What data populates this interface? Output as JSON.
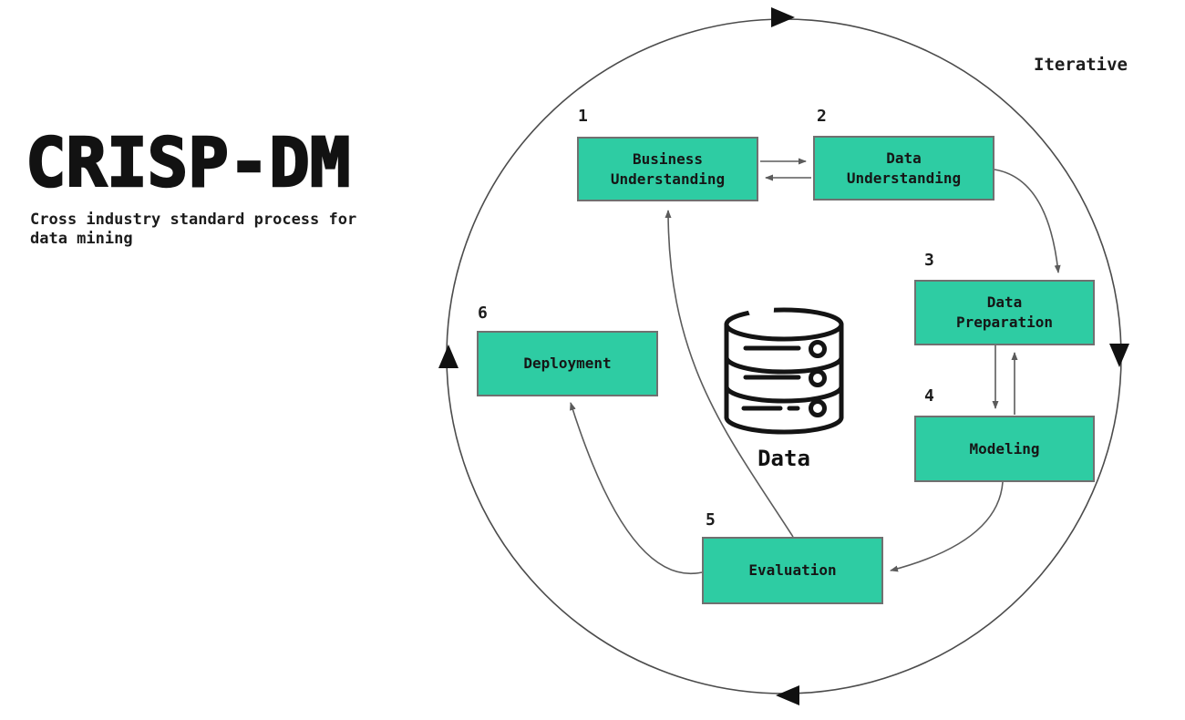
{
  "title": "CRISP-DM",
  "subtitle_line1": "Cross industry standard process for",
  "subtitle_line2": "data mining",
  "iterative_label": "Iterative",
  "data_label": "Data",
  "colors": {
    "box_fill": "#2ECCA3",
    "box_border": "#707070",
    "line": "#5b5b5b",
    "cycle": "#4c4c4c",
    "ink": "#141414"
  },
  "boxes": [
    {
      "number": "1",
      "line1": "Business",
      "line2": "Understanding"
    },
    {
      "number": "2",
      "line1": "Data",
      "line2": "Understanding"
    },
    {
      "number": "3",
      "line1": "Data",
      "line2": "Preparation"
    },
    {
      "number": "4",
      "line1": "Modeling"
    },
    {
      "number": "5",
      "line1": "Evaluation"
    },
    {
      "number": "6",
      "line1": "Deployment"
    }
  ]
}
